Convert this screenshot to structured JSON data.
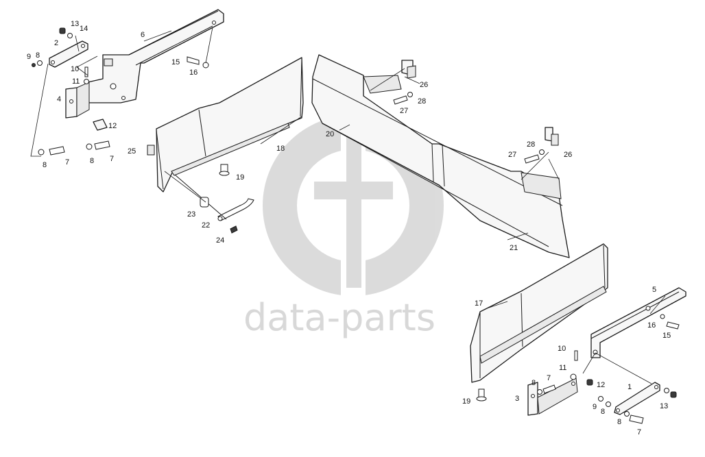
{
  "watermark": {
    "text": "data-parts",
    "color": "#d8d8d8"
  },
  "callouts": [
    "1",
    "2",
    "3",
    "4",
    "5",
    "6",
    "7",
    "8",
    "9",
    "10",
    "11",
    "12",
    "13",
    "14",
    "15",
    "16",
    "17",
    "18",
    "19",
    "20",
    "21",
    "22",
    "23",
    "24",
    "25",
    "26",
    "27",
    "28"
  ],
  "icons": {
    "watermark_logo": "data-parts-logo-icon"
  }
}
